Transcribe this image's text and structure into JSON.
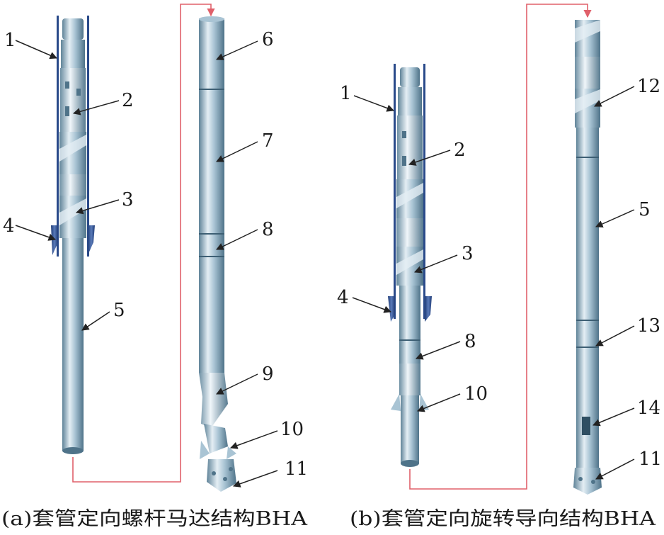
{
  "panels": [
    {
      "id": "a",
      "caption": "(a)套管定向螺杆马达结构BHA",
      "labels": [
        "1",
        "2",
        "3",
        "4",
        "5",
        "6",
        "7",
        "8",
        "9",
        "10",
        "11"
      ]
    },
    {
      "id": "b",
      "caption": "(b)套管定向旋转导向结构BHA",
      "labels": [
        "1",
        "2",
        "3",
        "4",
        "8",
        "10",
        "12",
        "5",
        "13",
        "14",
        "11"
      ]
    }
  ],
  "colors": {
    "tool_dark": "#5f8398",
    "tool_mid": "#a9c4d4",
    "tool_light": "#e4eef4",
    "casing": "#2a4a8a",
    "connector": "#e0606a",
    "leader": "#222222"
  }
}
